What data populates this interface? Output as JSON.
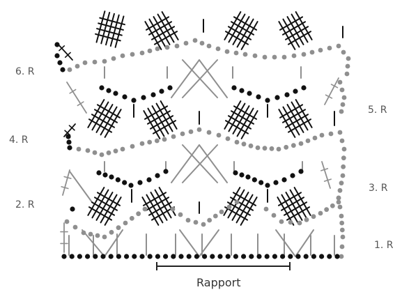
{
  "row_labels": {
    "r6": "6. R",
    "r5": "5. R",
    "r4": "4. R",
    "r3": "3. R",
    "r2": "2. R",
    "r1": "1. R"
  },
  "rapport": "Rapport",
  "colors": {
    "black": "#111111",
    "grey": "#8f8f8f",
    "label": "#555555"
  }
}
